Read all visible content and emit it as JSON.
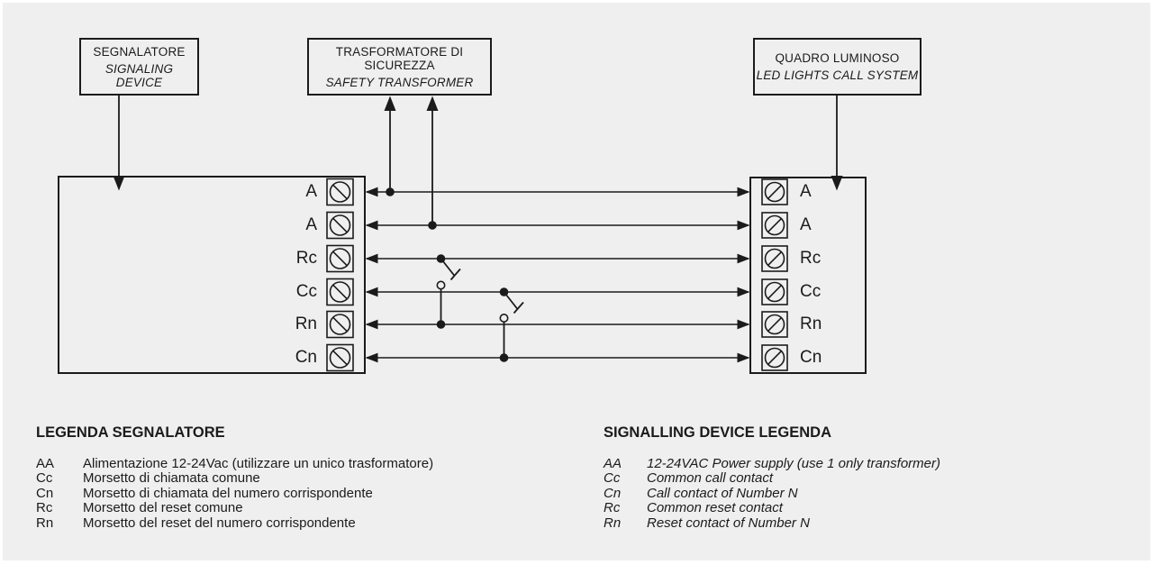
{
  "diagram": {
    "boxes": {
      "signaling_device": {
        "title": "SEGNALATORE",
        "subtitle": "SIGNALING DEVICE"
      },
      "safety_transformer": {
        "title": "TRASFORMATORE DI SICUREZZA",
        "subtitle": "SAFETY TRANSFORMER"
      },
      "led_system": {
        "title": "QUADRO LUMINOSO",
        "subtitle": "LED LIGHTS CALL SYSTEM"
      }
    },
    "left_terminals": [
      "A",
      "A",
      "Rc",
      "Cc",
      "Rn",
      "Cn"
    ],
    "right_terminals": [
      "A",
      "A",
      "Rc",
      "Cc",
      "Rn",
      "Cn"
    ]
  },
  "legend_left": {
    "title": "LEGENDA SEGNALATORE",
    "items": [
      {
        "abbr": "AA",
        "desc": "Alimentazione 12-24Vac (utilizzare un unico trasformatore)"
      },
      {
        "abbr": "Cc",
        "desc": "Morsetto di chiamata comune"
      },
      {
        "abbr": "Cn",
        "desc": "Morsetto di chiamata del numero corrispondente"
      },
      {
        "abbr": "Rc",
        "desc": "Morsetto del reset comune"
      },
      {
        "abbr": "Rn",
        "desc": "Morsetto del reset del numero corrispondente"
      }
    ]
  },
  "legend_right": {
    "title": "SIGNALLING DEVICE LEGENDA",
    "items": [
      {
        "abbr": "AA",
        "desc": "12-24VAC Power supply (use 1 only transformer)"
      },
      {
        "abbr": "Cc",
        "desc": "Common call contact"
      },
      {
        "abbr": "Cn",
        "desc": "Call contact of Number N"
      },
      {
        "abbr": "Rc",
        "desc": "Common reset contact"
      },
      {
        "abbr": "Rn",
        "desc": "Reset contact of Number N"
      }
    ]
  },
  "colors": {
    "background": "#efefef",
    "line": "#1b1b1b",
    "contact_circle_stroke": "#8a8a8a"
  }
}
